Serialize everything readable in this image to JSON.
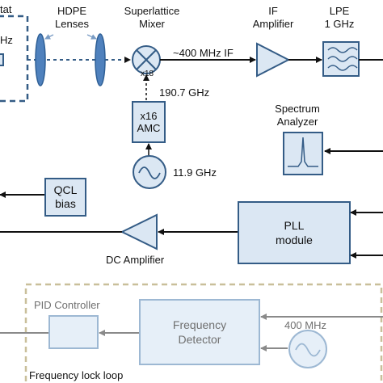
{
  "labels": {
    "cryostat_partial": "tat",
    "freq_partial": "Hz",
    "hdpe_lenses": [
      "HDPE",
      "Lenses"
    ],
    "mixer": [
      "Superlattice",
      "Mixer"
    ],
    "if_amplifier": [
      "IF",
      "Amplifier"
    ],
    "lpe": [
      "LPE",
      "1 GHz"
    ],
    "if_freq": "~400 MHz IF",
    "x18": "x18",
    "lo_freq": "190.7 GHz",
    "amc": [
      "x16",
      "AMC"
    ],
    "synth_freq": "11.9 GHz",
    "spectrum_analyzer": [
      "Spectrum",
      "Analyzer"
    ],
    "qcl_bias": [
      "QCL",
      "bias"
    ],
    "pll_module": [
      "PLL",
      "module"
    ],
    "dc_amplifier": "DC Amplifier",
    "pid_controller": "PID Controller",
    "frequency_detector": [
      "Frequency",
      "Detector"
    ],
    "ref_freq": "400 MHz",
    "frequency_lock_loop": "Frequency lock loop"
  },
  "colors": {
    "box_fill": "#dbe7f3",
    "box_stroke": "#345c86",
    "faint_fill": "#e6eff8",
    "faint_stroke": "#9db8d3",
    "lens_fill": "#4f81bd",
    "loop_border": "#c9bf9a"
  }
}
